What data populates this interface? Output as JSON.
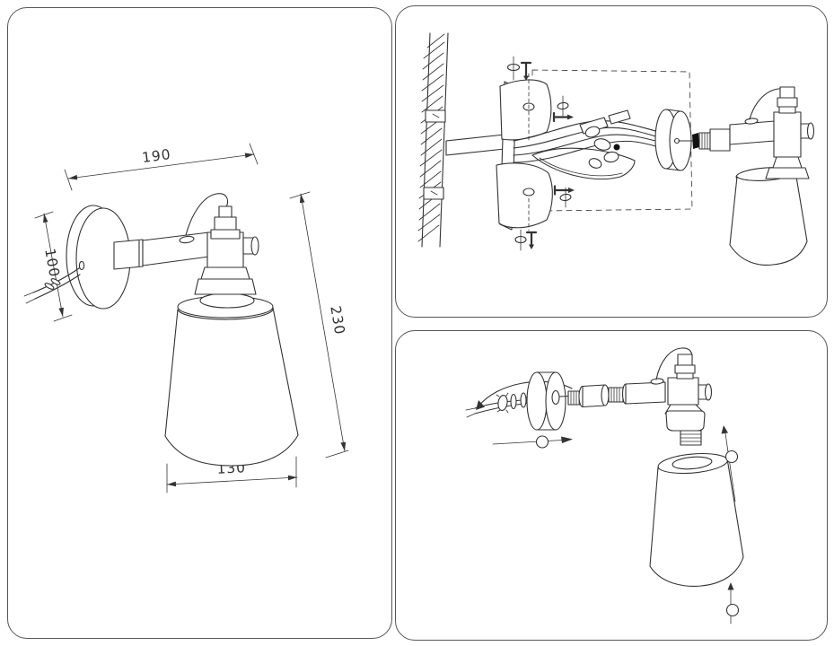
{
  "document": {
    "kind": "wall-lamp installation instruction sheet",
    "panel_count": 3
  },
  "dimensions": {
    "arm_projection_mm": "190",
    "backplate_dim_mm": "100",
    "overall_height_mm": "230",
    "shade_diameter_mm": "130"
  },
  "icons": {
    "screw_side_icon": "ellipse-with-axis (Ø profile of screw)",
    "screw_icon": "screw glyph with head bar and pointed tip",
    "direction_arrow_icon": "straight arrow with circle marker",
    "rotation_arrow_icon": "curved arrow",
    "wall_hatch": "diagonal section hatching"
  },
  "colors": {
    "background": "#ffffff",
    "line": "#333333",
    "panel_border": "#565656",
    "black_fill": "#111111"
  }
}
